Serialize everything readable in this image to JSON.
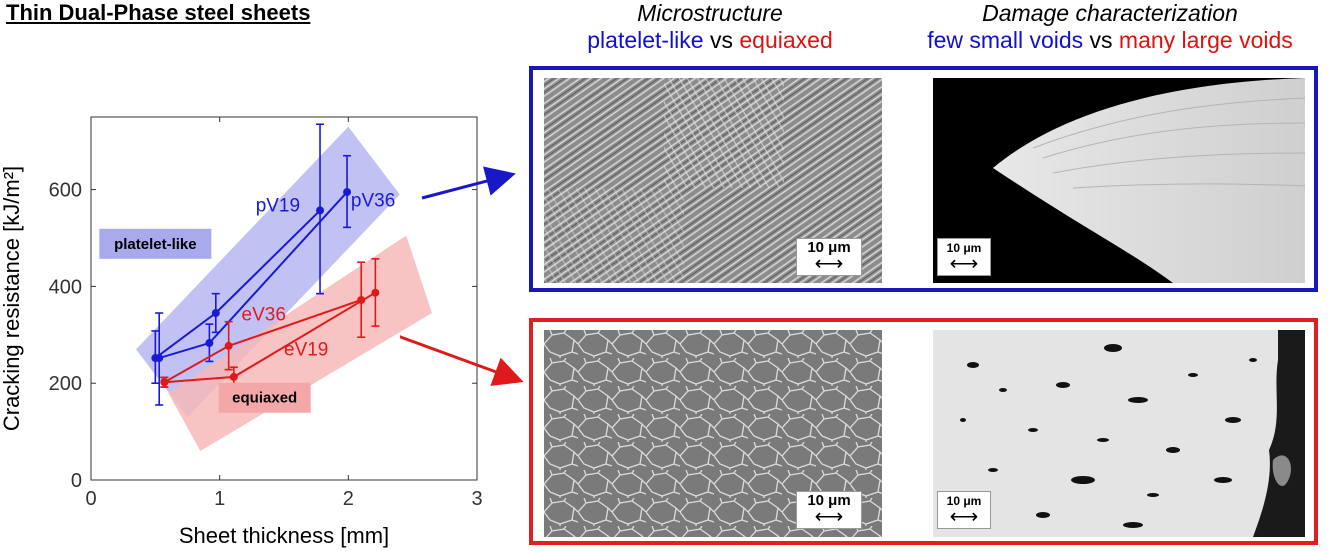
{
  "title": "Thin Dual-Phase steel sheets",
  "headers": {
    "microstructure": {
      "title": "Microstructure",
      "part_a": "platelet-like",
      "vs": "vs",
      "part_b": "equiaxed"
    },
    "damage": {
      "title": "Damage characterization",
      "part_a": "few small voids",
      "vs": "vs",
      "part_b": "many large voids"
    }
  },
  "colors": {
    "platelet": "#1a1ad6",
    "equiaxed": "#e01a1a",
    "platelet_band": "#b6b6f2",
    "equiaxed_band": "#f6b8b8",
    "blue_frame": "#1818b8",
    "red_frame": "#e02020"
  },
  "scale_bars": [
    "10 μm",
    "10 μm",
    "10 μm",
    "10 μm"
  ],
  "chart_data": {
    "type": "line",
    "xlabel": "Sheet thickness [mm]",
    "ylabel": "Cracking resistance [kJ/m²]",
    "xlim": [
      0,
      3
    ],
    "ylim": [
      0,
      750
    ],
    "xticks": [
      0,
      1,
      2,
      3
    ],
    "yticks": [
      0,
      200,
      400,
      600
    ],
    "grid": false,
    "series": [
      {
        "name": "pV19",
        "color": "#1a1ad6",
        "points": [
          {
            "x": 0.5,
            "y": 252,
            "lo": 200,
            "hi": 308
          },
          {
            "x": 0.97,
            "y": 345,
            "lo": 305,
            "hi": 385
          },
          {
            "x": 1.78,
            "y": 557,
            "lo": 385,
            "hi": 735
          }
        ]
      },
      {
        "name": "pV36",
        "color": "#1a1ad6",
        "points": [
          {
            "x": 0.53,
            "y": 252,
            "lo": 155,
            "hi": 345
          },
          {
            "x": 0.92,
            "y": 283,
            "lo": 245,
            "hi": 322
          },
          {
            "x": 1.99,
            "y": 595,
            "lo": 522,
            "hi": 670
          }
        ]
      },
      {
        "name": "eV36",
        "color": "#e01a1a",
        "points": [
          {
            "x": 0.57,
            "y": 202,
            "lo": 192,
            "hi": 212
          },
          {
            "x": 1.07,
            "y": 277,
            "lo": 228,
            "hi": 327
          },
          {
            "x": 2.1,
            "y": 372,
            "lo": 295,
            "hi": 450
          }
        ]
      },
      {
        "name": "eV19",
        "color": "#e01a1a",
        "points": [
          {
            "x": 0.57,
            "y": 202,
            "lo": 192,
            "hi": 212
          },
          {
            "x": 1.11,
            "y": 213,
            "lo": 193,
            "hi": 233
          },
          {
            "x": 2.21,
            "y": 387,
            "lo": 318,
            "hi": 457
          }
        ]
      }
    ],
    "annotations": [
      {
        "text": "platelet-like",
        "kind": "band-label",
        "color": "#1a1ad6"
      },
      {
        "text": "equiaxed",
        "kind": "band-label",
        "color": "#e01a1a"
      }
    ]
  }
}
